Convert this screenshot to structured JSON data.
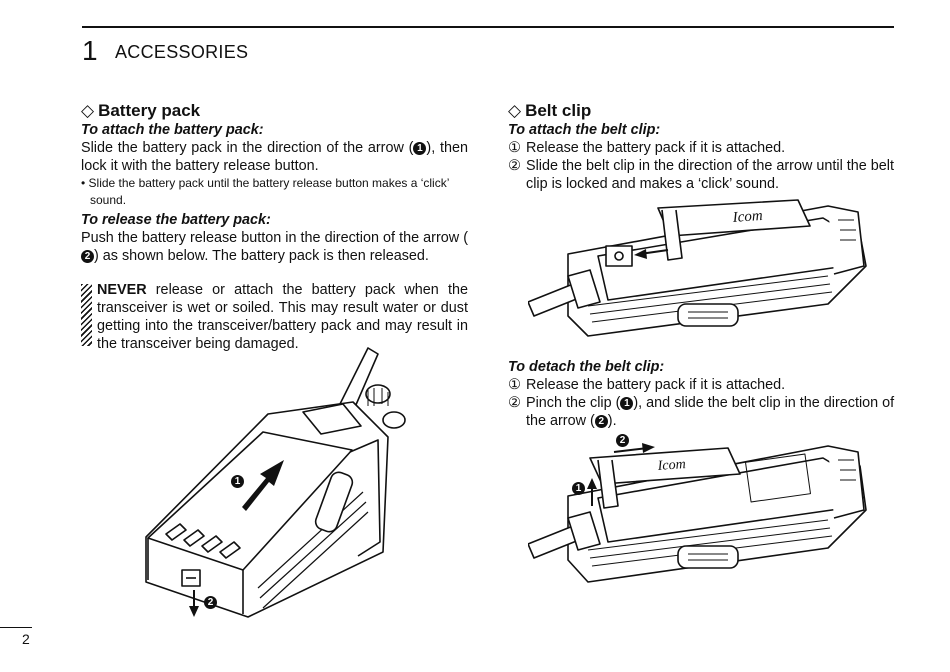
{
  "header": {
    "chapter_number": "1",
    "chapter_title": "ACCESSORIES"
  },
  "left": {
    "title": "Battery pack",
    "attach_heading": "To attach the battery pack:",
    "attach_text_a": "Slide the battery pack in the direction of the arrow (",
    "attach_marker": "1",
    "attach_text_b": "), then lock it with the battery release button.",
    "attach_note": "• Slide the battery pack until the battery release button makes a ‘click’ sound.",
    "release_heading": "To release the battery pack:",
    "release_text_a": "Push the battery release button in the direction of the arrow (",
    "release_marker": "2",
    "release_text_b": ") as shown below. The battery pack is then released.",
    "warning_bold": "NEVER",
    "warning_text": " release or attach the battery pack when the transceiver is wet or soiled. This may result water or dust getting into the transceiver/battery pack and may result in the transceiver being damaged.",
    "figure_labels": {
      "arrow_1": "1",
      "arrow_2": "2"
    }
  },
  "right": {
    "title": "Belt clip",
    "attach_heading": "To attach the belt clip:",
    "attach_steps": [
      {
        "n": "①",
        "text": "Release the battery pack if it is attached."
      },
      {
        "n": "②",
        "text": "Slide the belt clip in the direction of the arrow until the belt clip is locked and makes a ‘click’ sound."
      }
    ],
    "detach_heading": "To detach the belt clip:",
    "detach_step1_n": "①",
    "detach_step1": "Release the battery pack if it is attached.",
    "detach_step2_n": "②",
    "detach_step2_a": "Pinch the clip (",
    "detach_marker1": "1",
    "detach_step2_b": "), and slide the belt clip in the direction of the arrow (",
    "detach_marker2": "2",
    "detach_step2_c": ").",
    "figure_logo": "Icom",
    "figure_labels": {
      "arrow_1": "1",
      "arrow_2": "2"
    }
  },
  "footer": {
    "page_number": "2"
  }
}
